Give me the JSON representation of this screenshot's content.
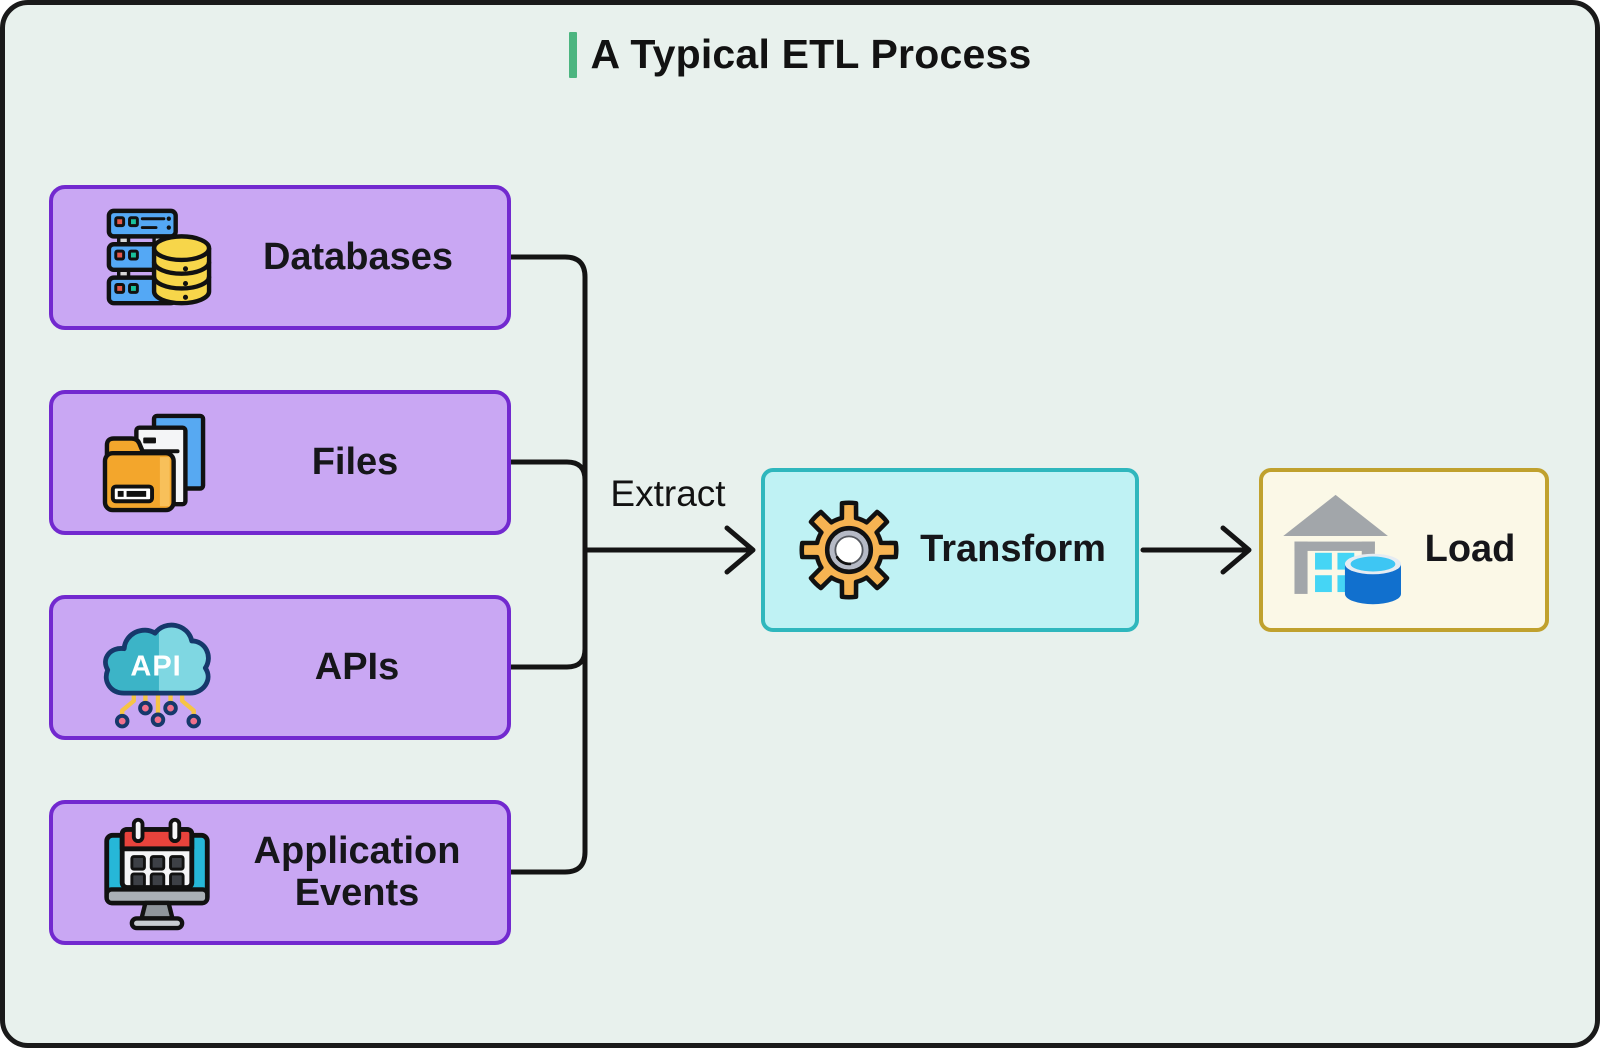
{
  "title": {
    "text": "A Typical ETL Process"
  },
  "sources": [
    {
      "label": "Databases",
      "icon": "database-servers-icon"
    },
    {
      "label": "Files",
      "icon": "folder-documents-icon"
    },
    {
      "label": "APIs",
      "icon": "api-cloud-icon"
    },
    {
      "label": "Application Events",
      "icon": "calendar-monitor-icon"
    }
  ],
  "flow": {
    "extract_label": "Extract",
    "transform_label": "Transform",
    "load_label": "Load",
    "transform_icon": "gear-icon",
    "load_icon": "warehouse-database-icon"
  },
  "icons": {
    "api_text": "API"
  },
  "colors": {
    "canvas_background": "#e8f1ed",
    "canvas_border": "#1a1a1a",
    "title_accent": "#4cb580",
    "source_fill": "#c9a7f3",
    "source_border": "#7229cf",
    "transform_fill": "#bff2f4",
    "transform_border": "#2fb7bd",
    "load_fill": "#fbf8e7",
    "load_border": "#c0a12e",
    "connector": "#141414"
  }
}
